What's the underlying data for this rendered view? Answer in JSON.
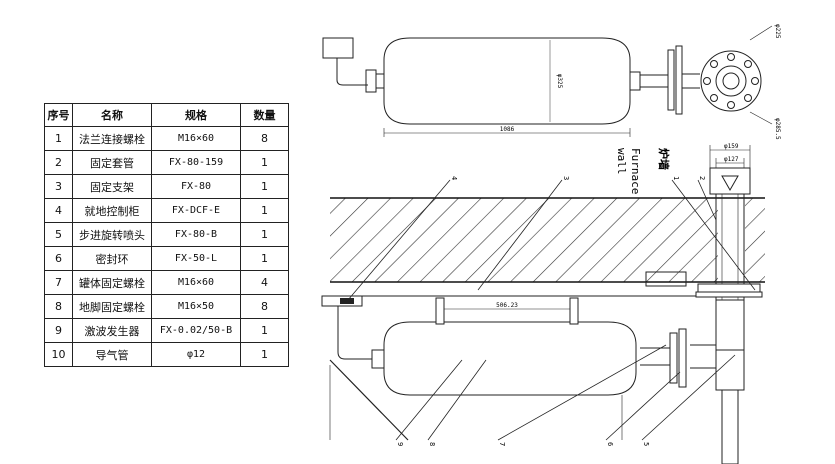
{
  "table": {
    "headers": [
      "序号",
      "名称",
      "规格",
      "数量"
    ],
    "rows": [
      {
        "no": "1",
        "name": "法兰连接螺栓",
        "spec": "M16×60",
        "qty": "8"
      },
      {
        "no": "2",
        "name": "固定套管",
        "spec": "FX-80-159",
        "qty": "1"
      },
      {
        "no": "3",
        "name": "固定支架",
        "spec": "FX-80",
        "qty": "1"
      },
      {
        "no": "4",
        "name": "就地控制柜",
        "spec": "FX-DCF-E",
        "qty": "1"
      },
      {
        "no": "5",
        "name": "步进旋转喷头",
        "spec": "FX-80-B",
        "qty": "1"
      },
      {
        "no": "6",
        "name": "密封环",
        "spec": "FX-50-L",
        "qty": "1"
      },
      {
        "no": "7",
        "name": "罐体固定螺栓",
        "spec": "M16×60",
        "qty": "4"
      },
      {
        "no": "8",
        "name": "地脚固定螺栓",
        "spec": "M16×50",
        "qty": "8"
      },
      {
        "no": "9",
        "name": "激波发生器",
        "spec": "FX-0.02/50-B",
        "qty": "1"
      },
      {
        "no": "10",
        "name": "导气管",
        "spec": "φ12",
        "qty": "1"
      }
    ]
  },
  "drawing": {
    "furnace_wall_cn": "炉墙",
    "furnace_wall_en_1": "Furnace",
    "furnace_wall_en_2": "wall",
    "dim_length": "1086",
    "dim_support": "506.23",
    "dim_diameter": "φ325",
    "dim_pipe_outer": "φ159",
    "dim_pipe_inner": "φ127",
    "dim_flange_a": "φ225",
    "dim_flange_b": "φ285.5",
    "callouts": [
      "1",
      "2",
      "3",
      "4",
      "5",
      "6",
      "7",
      "8",
      "9"
    ]
  }
}
